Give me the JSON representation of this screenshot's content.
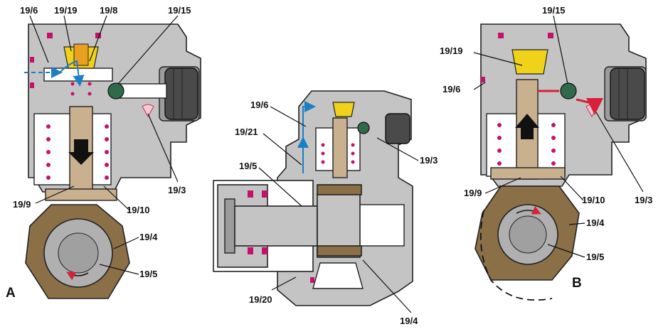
{
  "panel_labels": {
    "a": "A",
    "b": "B"
  },
  "part_labels": {
    "p19_6": "19/6",
    "p19_19": "19/19",
    "p19_8": "19/8",
    "p19_15": "19/15",
    "p19_3": "19/3",
    "p19_9": "19/9",
    "p19_10": "19/10",
    "p19_4": "19/4",
    "p19_5": "19/5",
    "p19_21": "19/21",
    "p19_20": "19/20"
  },
  "colors": {
    "housing": "#c4c4c4",
    "housing_dark": "#9c9c9c",
    "plunger": "#c9b08f",
    "cam": "#8a6f47",
    "inlet_valve": "#f0d21b",
    "outlet_ball": "#2f6a4a",
    "seal_spring": "#c4126a",
    "intake_flow": "#1a7fc4",
    "delivery_flow": "#d8203a"
  }
}
